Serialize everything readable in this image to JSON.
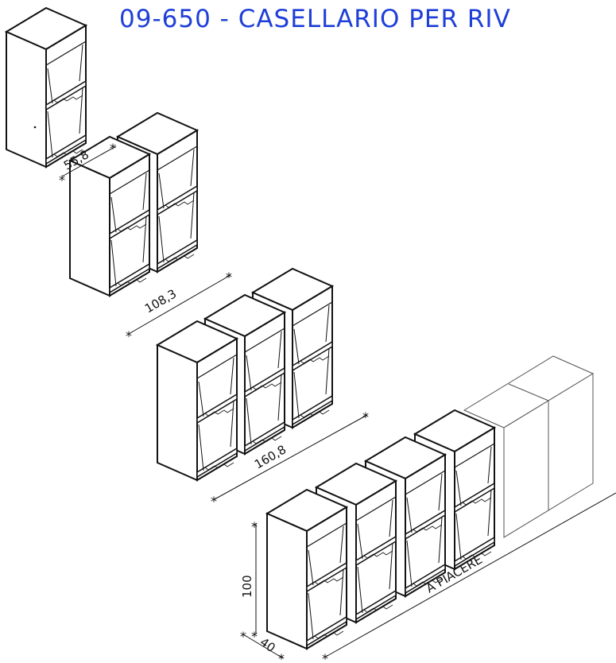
{
  "title": "09-650 - CASELLARIO PER RIV",
  "dimensions": {
    "w1": "55,8",
    "w2": "108,3",
    "w3": "160,8",
    "free_length": "A PIACERE",
    "height": "100",
    "depth": "40"
  },
  "colors": {
    "title": "#1f3fd8",
    "line": "#111111"
  }
}
